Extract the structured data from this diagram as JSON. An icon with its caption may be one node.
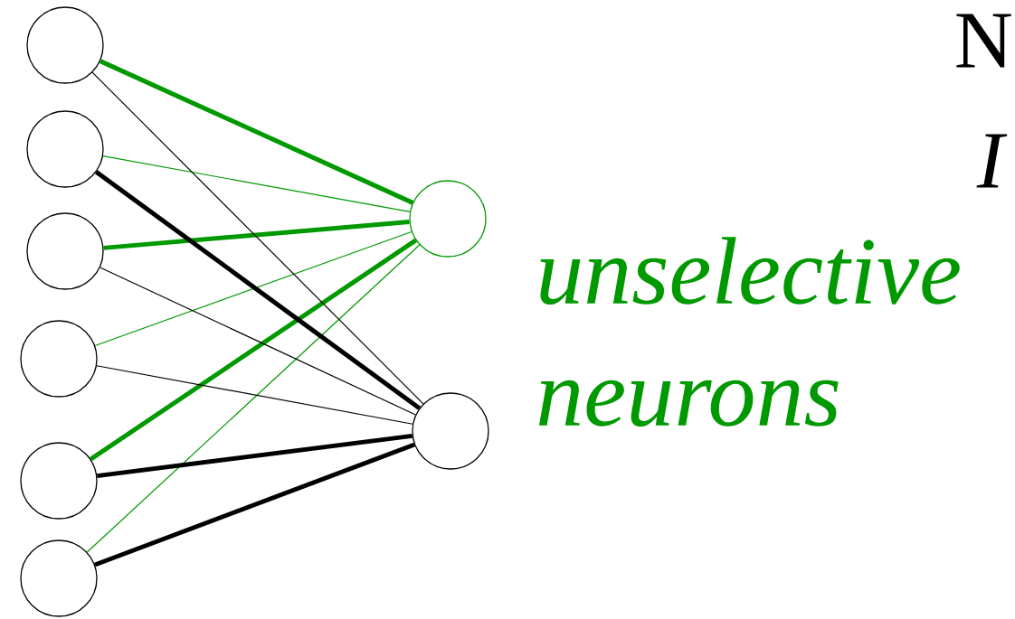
{
  "diagram": {
    "nodes": [
      {
        "text": [],
        "shape": "circle"
      },
      {
        "text": [],
        "shape": "circle"
      },
      {
        "text": [],
        "shape": "circle"
      },
      {
        "text": [],
        "shape": "circle"
      },
      {
        "text": [],
        "shape": "circle"
      },
      {
        "text": [],
        "shape": "circle"
      },
      {
        "text": [],
        "shape": "circle",
        "beside": [
          "unselective neurons"
        ]
      },
      {
        "text": [],
        "shape": "circle"
      }
    ],
    "edges": [
      {
        "from": 0,
        "to": 6,
        "arrow": "none",
        "style": "thick",
        "color": "#009900"
      },
      {
        "from": 1,
        "to": 6,
        "arrow": "none",
        "color": "#009900"
      },
      {
        "from": 2,
        "to": 6,
        "arrow": "none",
        "style": "thick",
        "color": "#009900"
      },
      {
        "from": 3,
        "to": 6,
        "arrow": "none",
        "color": "#009900"
      },
      {
        "from": 4,
        "to": 6,
        "arrow": "none",
        "style": "thick",
        "color": "#009900"
      },
      {
        "from": 5,
        "to": 6,
        "arrow": "none",
        "color": "#009900"
      },
      {
        "from": 0,
        "to": 7,
        "arrow": "none",
        "color": "#000000"
      },
      {
        "from": 1,
        "to": 7,
        "arrow": "none",
        "style": "thick",
        "color": "#000000"
      },
      {
        "from": 2,
        "to": 7,
        "arrow": "none",
        "color": "#000000"
      },
      {
        "from": 3,
        "to": 7,
        "arrow": "none",
        "color": "#000000"
      },
      {
        "from": 4,
        "to": 7,
        "arrow": "none",
        "style": "thick",
        "color": "#000000"
      },
      {
        "from": 5,
        "to": 7,
        "arrow": "none",
        "style": "thick",
        "color": "#000000"
      }
    ],
    "labels": [
      "N",
      "I"
    ]
  }
}
